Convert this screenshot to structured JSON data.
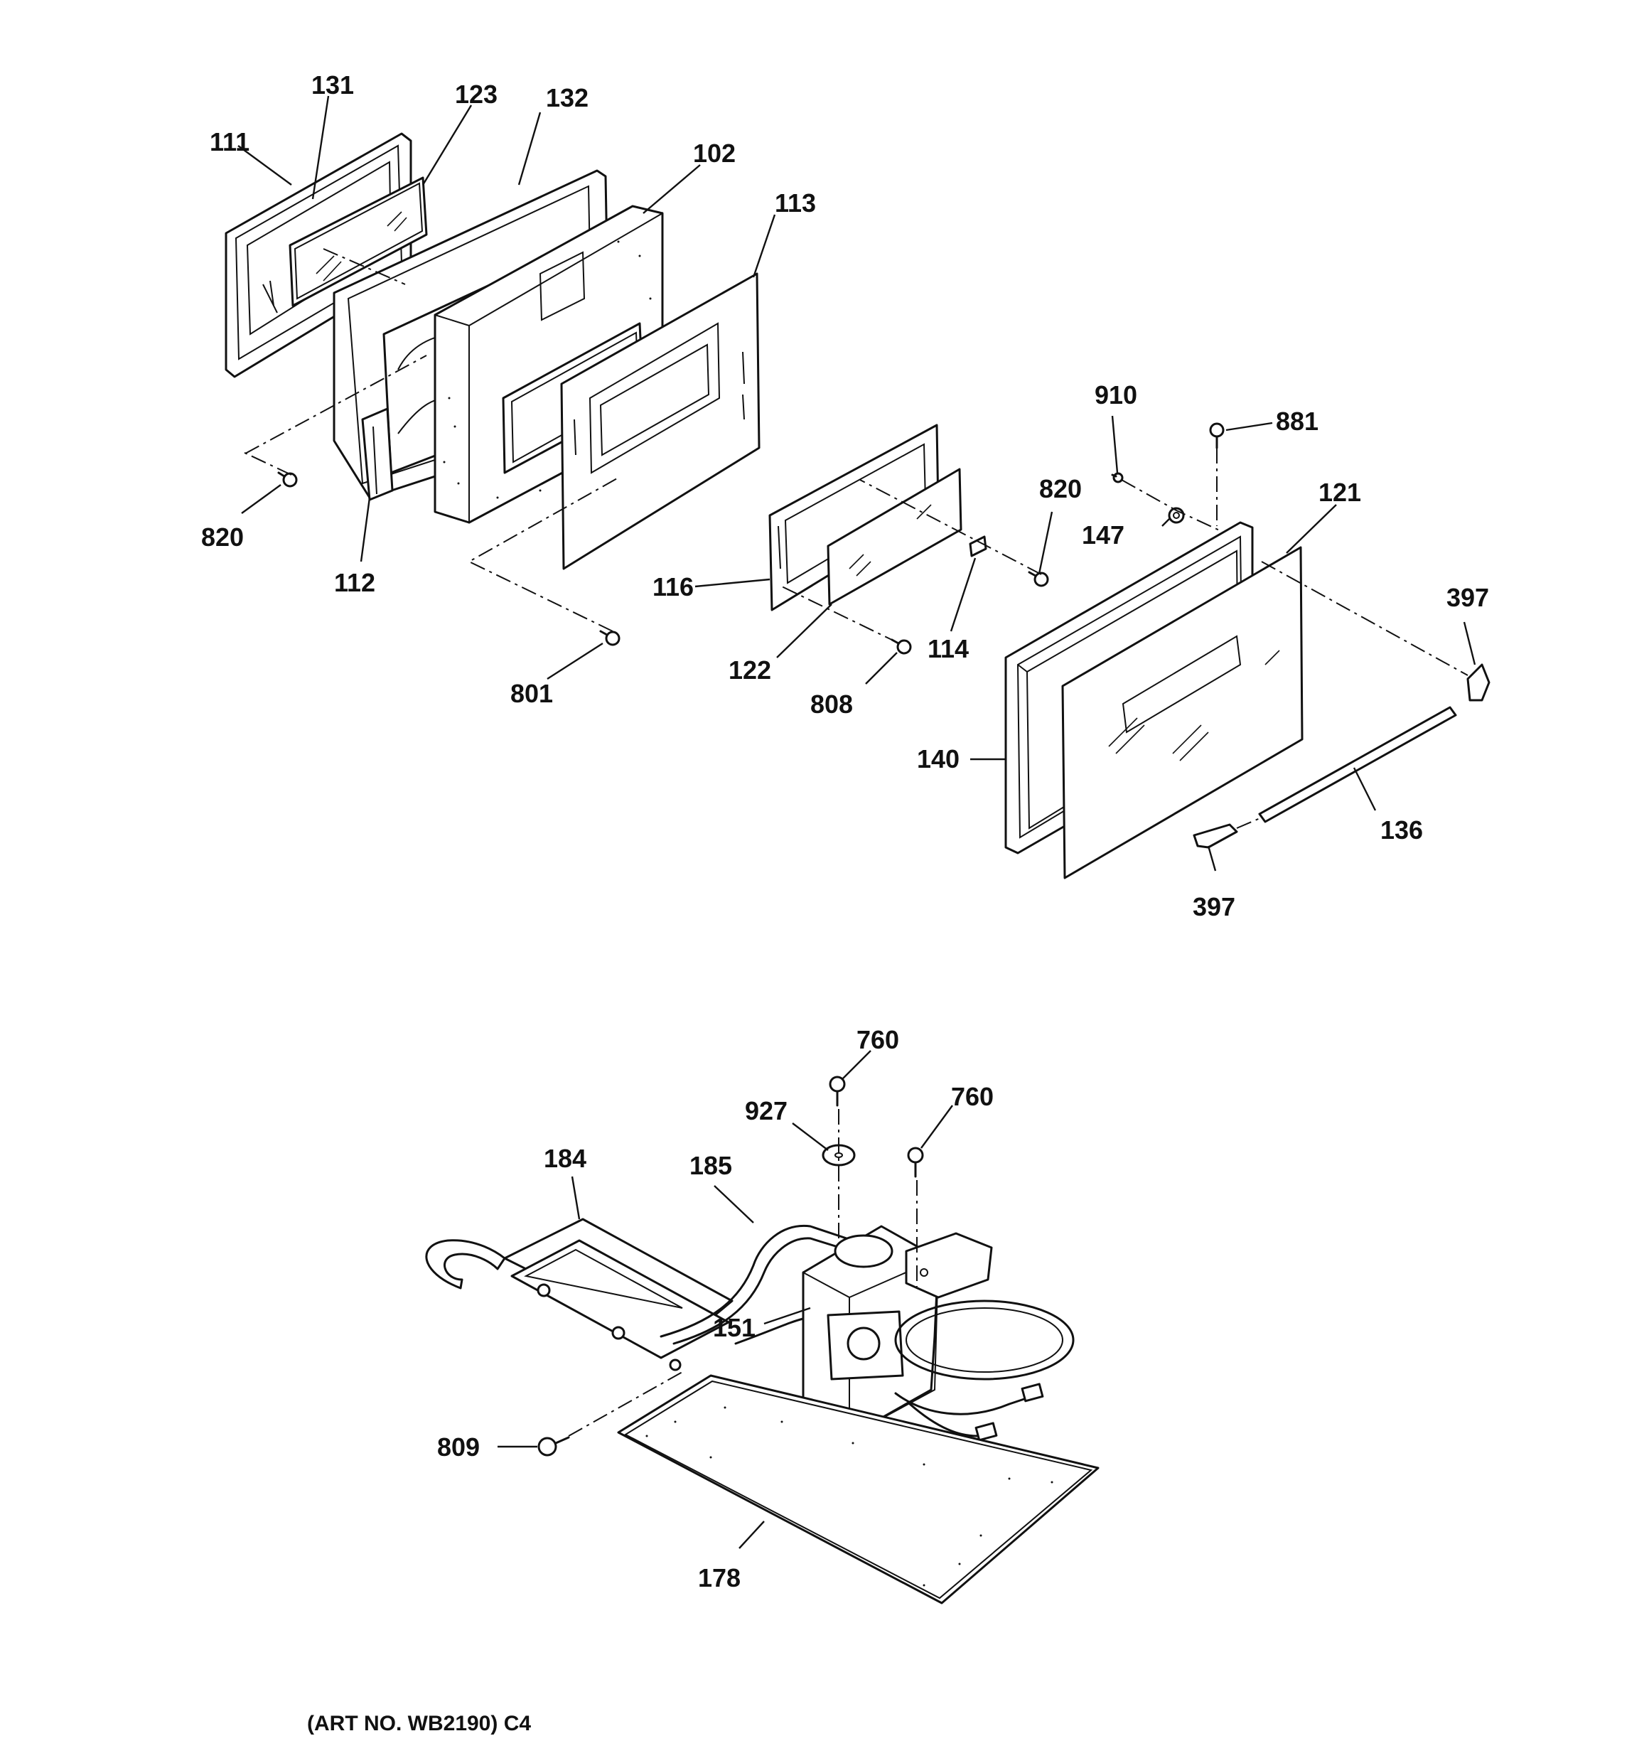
{
  "diagram": {
    "labels": {
      "p111": "111",
      "p131": "131",
      "p123": "123",
      "p132": "132",
      "p102": "102",
      "p113": "113",
      "p820a": "820",
      "p112": "112",
      "p801": "801",
      "p116": "116",
      "p122": "122",
      "p808": "808",
      "p114": "114",
      "p820b": "820",
      "p910": "910",
      "p881": "881",
      "p147": "147",
      "p121": "121",
      "p397a": "397",
      "p140": "140",
      "p136": "136",
      "p397b": "397",
      "p760a": "760",
      "p927": "927",
      "p760b": "760",
      "p184": "184",
      "p185": "185",
      "p151": "151",
      "p809": "809",
      "p178": "178"
    },
    "art_number": "(ART NO. WB2190) C4"
  }
}
